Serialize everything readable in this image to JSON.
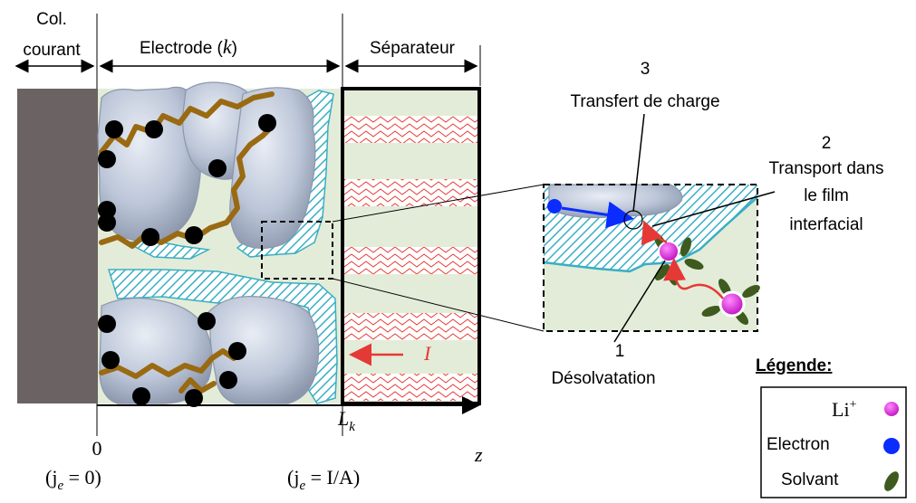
{
  "headers": {
    "collector_line1": "Col.",
    "collector_line2": "courant",
    "electrode": "Electrode (",
    "electrode_k": "k",
    "electrode_close": ")",
    "separator": "Séparateur"
  },
  "steps": {
    "step3_number": "3",
    "step3_label": "Transfert de charge",
    "step2_number": "2",
    "step2_line1": "Transport dans",
    "step2_line2": "le film",
    "step2_line3": "interfacial",
    "step1_number": "1",
    "step1_label": "Désolvatation"
  },
  "current": {
    "symbol": "I"
  },
  "axis": {
    "origin": "0",
    "lk": "L",
    "lk_sub": "k",
    "z": "z",
    "bc_left": "(j",
    "bc_left_sub": "e",
    "bc_left_rest": " = 0)",
    "bc_right": "(j",
    "bc_right_sub": "e",
    "bc_right_rest": " = I/A)"
  },
  "legend": {
    "title": "Légende:",
    "li": "Li",
    "li_sup": "+",
    "electron": "Electron",
    "solvent": "Solvant"
  },
  "colors": {
    "collector": "#6b6363",
    "electrolyte": "#e3ecd8",
    "particle": "#bcc6d8",
    "binder": "#9a6a12",
    "interphase": "#3aaec4",
    "separator_wave": "#e53935",
    "current_arrow": "#e53935",
    "li_ion": "#d81bd8",
    "electron": "#0a2cff",
    "solvent": "#3e5a1f"
  }
}
